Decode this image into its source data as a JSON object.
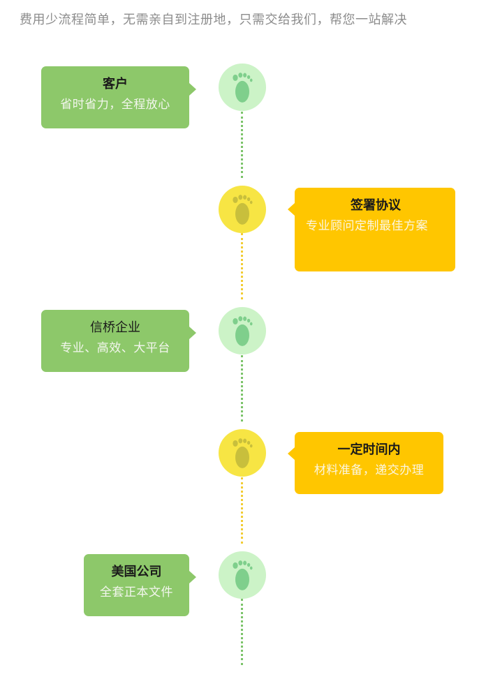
{
  "intro_text": "费用少流程简单，无需亲自到注册地，只需交给我们，帮您一站解决",
  "steps": [
    {
      "title": "客户",
      "subtitle": "省时省力，全程放心",
      "color": "#8dc86a",
      "node_color": "#ccf3c7",
      "icon": "footprint-icon"
    },
    {
      "title": "签署协议",
      "subtitle": "专业顾问定制最佳方案",
      "color": "#ffc600",
      "node_color": "#f7e544",
      "icon": "footprint-icon"
    },
    {
      "title": "信桥企业",
      "subtitle": "专业、高效、大平台",
      "color": "#8dc86a",
      "node_color": "#ccf3c7",
      "icon": "footprint-icon"
    },
    {
      "title": "一定时间内",
      "subtitle": "材料准备，递交办理",
      "color": "#ffc600",
      "node_color": "#f7e544",
      "icon": "footprint-icon"
    },
    {
      "title": "美国公司",
      "subtitle": "全套正本文件",
      "color": "#8dc86a",
      "node_color": "#ccf3c7",
      "icon": "footprint-icon"
    }
  ]
}
